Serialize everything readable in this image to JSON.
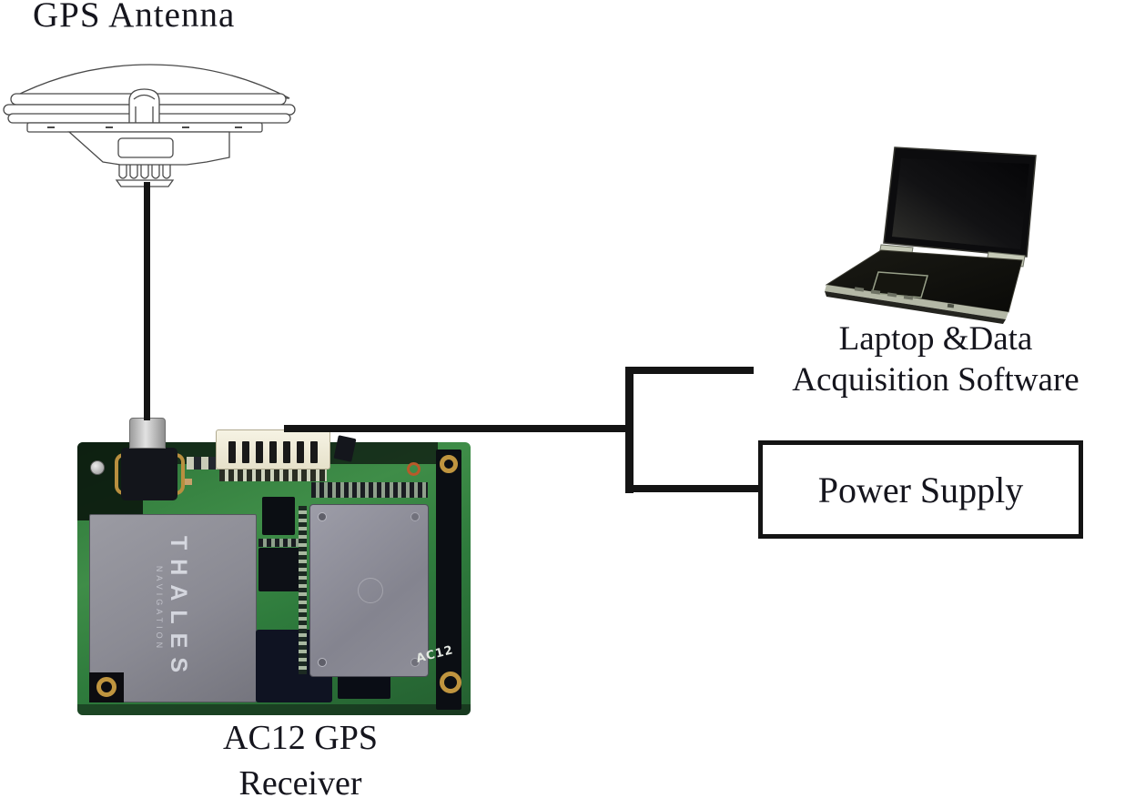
{
  "figure": {
    "antenna": {
      "label": "GPS Antenna"
    },
    "receiver": {
      "label_line1": "AC12 GPS",
      "label_line2": "Receiver",
      "board_brand": "THALES",
      "board_brand_sub": "NAVIGATION",
      "board_marking": "AC12"
    },
    "laptop": {
      "label_line1": "Laptop &Data",
      "label_line2": "Acquisition Software"
    },
    "power_supply": {
      "label": "Power Supply"
    },
    "colors": {
      "connection_line": "#141414",
      "label_text": "#15151d",
      "power_box_border": "#141414",
      "pcb_green": "#2e7b3c",
      "shield_gray": "#8d8d97",
      "connector_cream": "#f2eede",
      "gold_pad": "#c0953f"
    }
  }
}
